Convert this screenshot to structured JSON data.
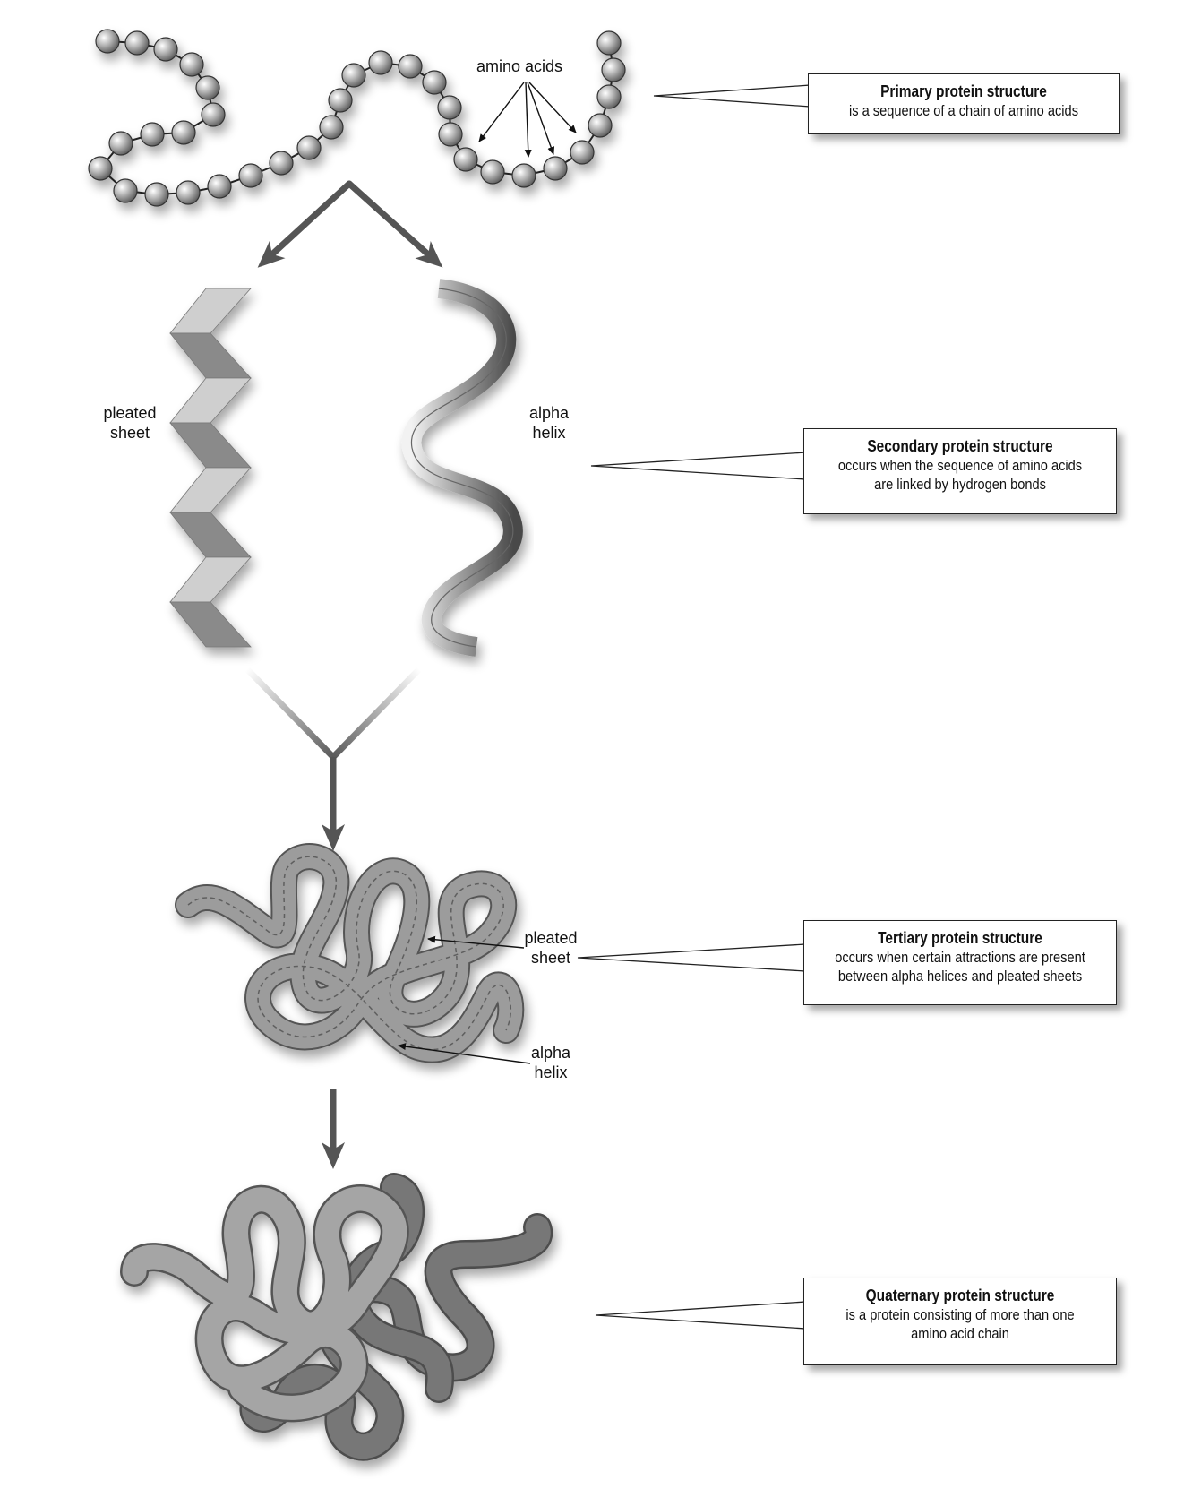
{
  "labels": {
    "amino_acids": "amino acids",
    "pleated_sheet_1": "pleated",
    "pleated_sheet_2": "sheet",
    "alpha_helix_1": "alpha",
    "alpha_helix_2": "helix",
    "tertiary_pleated_1": "pleated",
    "tertiary_pleated_2": "sheet",
    "tertiary_alpha_1": "alpha",
    "tertiary_alpha_2": "helix"
  },
  "callouts": {
    "primary": {
      "title": "Primary protein structure",
      "desc": "is a sequence of a chain of amino acids"
    },
    "secondary": {
      "title": "Secondary protein structure",
      "desc": "occurs when the sequence of amino acids are linked by hydrogen bonds"
    },
    "tertiary": {
      "title": "Tertiary protein structure",
      "desc": "occurs when certain attractions are present between alpha helices and pleated sheets"
    },
    "quaternary": {
      "title": "Quaternary protein structure",
      "desc": "is a protein consisting of more than one amino acid chain"
    }
  },
  "colors": {
    "ink": "#111111",
    "bead": "#9a9a9a",
    "sheet_light": "#cfcfcf",
    "sheet_dark": "#8a8a8a",
    "tube_light": "#9c9c9c",
    "tube_dark": "#6e6e6e"
  }
}
